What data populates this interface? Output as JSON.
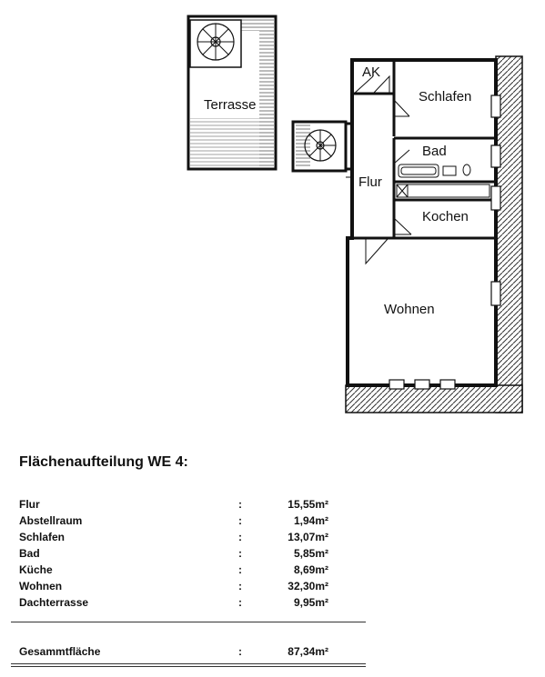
{
  "plan": {
    "rooms": {
      "terrasse": "Terrasse",
      "ak": "AK",
      "schlafen": "Schlafen",
      "bad": "Bad",
      "flur": "Flur",
      "kochen": "Kochen",
      "wohnen": "Wohnen"
    }
  },
  "areas": {
    "title": "Flächenaufteilung WE 4:",
    "rows": [
      {
        "name": "Flur",
        "colon": ":",
        "value": "15,55m²"
      },
      {
        "name": "Abstellraum",
        "colon": ":",
        "value": "1,94m²"
      },
      {
        "name": "Schlafen",
        "colon": ":",
        "value": "13,07m²"
      },
      {
        "name": "Bad",
        "colon": ":",
        "value": "5,85m²"
      },
      {
        "name": "Küche",
        "colon": ":",
        "value": "8,69m²"
      },
      {
        "name": "Wohnen",
        "colon": ":",
        "value": "32,30m²"
      },
      {
        "name": "Dachterrasse",
        "colon": ":",
        "value": "9,95m²"
      }
    ],
    "total": {
      "name": "Gesammtfläche",
      "colon": ":",
      "value": "87,34m²"
    }
  }
}
